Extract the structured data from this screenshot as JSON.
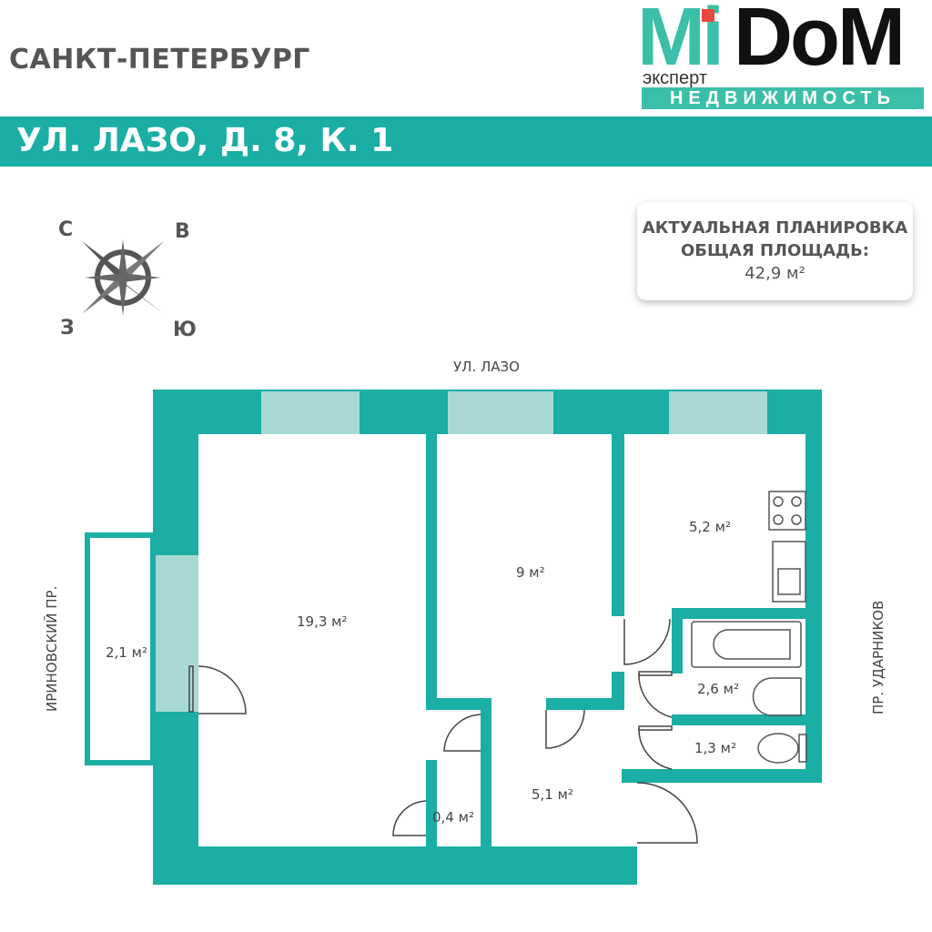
{
  "header": {
    "city": "САНКТ-ПЕТЕРБУРГ",
    "address": "УЛ. ЛАЗО, Д. 8, К. 1"
  },
  "logo": {
    "mi": "Mi",
    "dom": "DoM",
    "expert": "эксперт",
    "tagline": "НЕДВИЖИМОСТЬ"
  },
  "info": {
    "line1": "АКТУАЛЬНАЯ ПЛАНИРОВКА",
    "line2": "ОБЩАЯ ПЛОЩАДЬ:",
    "area": "42,9 м²"
  },
  "compass": {
    "n": "С",
    "e": "В",
    "w": "З",
    "s": "Ю"
  },
  "streets": {
    "top": "УЛ. ЛАЗО",
    "left": "ИРИНОВСКИЙ ПР.",
    "right": "ПР. УДАРНИКОВ"
  },
  "rooms": {
    "living": "19,3 м²",
    "bedroom": "9 м²",
    "kitchen": "5,2 м²",
    "balcony": "2,1 м²",
    "bathroom": "2,6 м²",
    "toilet": "1,3 м²",
    "closet": "0,4 м²",
    "hall": "5,1 м²"
  },
  "colors": {
    "wall": "#1aaea5",
    "window": "#a9d9d5"
  }
}
